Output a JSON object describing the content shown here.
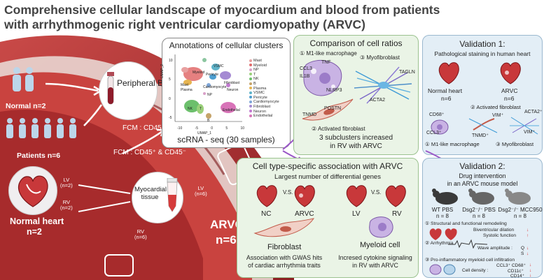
{
  "title": {
    "line1": "Comprehensive cellular landscape of myocardium and blood from patients",
    "line2": "with arrhythmogenic right ventricular cardiomyopathy (ARVC)"
  },
  "left": {
    "normal_people": "Normal n=2",
    "patients": "Patients n=6",
    "peripheral_blood": "Peripheral Blood",
    "fcm_cd45": "FCM : CD45⁺",
    "fcm_cd45_cd45neg": "FCM : CD45⁺ & CD45⁻",
    "lv_normal": "LV",
    "lv_normal_n": "(n=2)",
    "rv_normal": "RV",
    "rv_normal_n": "(n=2)",
    "normal_heart": "Normal heart",
    "normal_heart_n": "n=2",
    "myocardial_tissue": "Myocardial tissue",
    "lv_arvc": "LV",
    "lv_arvc_n": "(n=6)",
    "rv_arvc": "RV",
    "rv_arvc_n": "(n=6)",
    "arvc": "ARVC",
    "arvc_n": "n=6"
  },
  "umap": {
    "title": "Annotations of cellular clusters",
    "caption": "scRNA - seq (30 samples)",
    "ylabel": "UMAP_2",
    "xlabel": "UMAP_1",
    "xticks": [
      "-10",
      "-5",
      "0",
      "5",
      "10"
    ],
    "yticks": [
      "10",
      "5",
      "0",
      "-5"
    ],
    "cluster_labels": [
      "Myeloid",
      "VSMC",
      "Mast",
      "Plasma",
      "Pericyte",
      "Fibroblast",
      "Cardiomyocyte",
      "NP",
      "Neuron",
      "NK",
      "T",
      "B",
      "Endothelial"
    ],
    "legend": [
      {
        "name": "Mast",
        "color": "#e8a0a0"
      },
      {
        "name": "Myeloid",
        "color": "#e06a6a"
      },
      {
        "name": "NP",
        "color": "#d9a0c8"
      },
      {
        "name": "T",
        "color": "#9ad07a"
      },
      {
        "name": "NK",
        "color": "#6cbf6c"
      },
      {
        "name": "B",
        "color": "#c6a46a"
      },
      {
        "name": "Plasma",
        "color": "#e6b450"
      },
      {
        "name": "VSMC",
        "color": "#5fb3c9"
      },
      {
        "name": "Pericyte",
        "color": "#4d9fd1"
      },
      {
        "name": "Cardiomyocyte",
        "color": "#7fa6d8"
      },
      {
        "name": "Fibroblast",
        "color": "#a58ad3"
      },
      {
        "name": "Neuron",
        "color": "#c27ad0"
      },
      {
        "name": "Endothelial",
        "color": "#d873b8"
      }
    ]
  },
  "ratios": {
    "title": "Comparison of cell ratios",
    "m1": "① M1-like macrophage",
    "m1_genes": [
      "CCL3",
      "TNF",
      "IL1B",
      "NLRP3"
    ],
    "myofib": "③ Myofibroblast",
    "myofib_genes": [
      "TAGLN",
      "ACTA2"
    ],
    "actfib_genes": [
      "TNMD",
      "POSTN"
    ],
    "actfib": "② Activated fibroblast",
    "summary1": "3 subclusters increased",
    "summary2": "in RV with ARVC"
  },
  "assoc": {
    "title": "Cell type-specific association with ARVC",
    "subtitle": "Largest number of differential genes",
    "nc": "NC",
    "vs": "V.S.",
    "arvc": "ARVC",
    "lv": "LV",
    "rv": "RV",
    "fibroblast": "Fibroblast",
    "fib_desc1": "Association with GWAS hits",
    "fib_desc2": "of cardiac arrhythmia traits",
    "myeloid": "Myeloid cell",
    "my_desc1": "Incresed cytokine signaling",
    "my_desc2": "in RV with ARVC"
  },
  "val1": {
    "title": "Validation 1:",
    "subtitle": "Pathological staining in human heart",
    "normal": "Normal heart",
    "normal_n": "n=6",
    "arvc": "ARVC",
    "arvc_n": "n=6",
    "actfib": "② Activated fibroblast",
    "markers": [
      "CD68⁺",
      "CCL3⁺",
      "VIM⁺",
      "TNMD⁺",
      "ACTA2⁺",
      "VIM⁺"
    ],
    "m1": "① M1-like macrophage",
    "myofib": "③ Myofibroblast"
  },
  "val2": {
    "title": "Validation 2:",
    "sub1": "Drug intervention",
    "sub2": "in an ARVC mouse model",
    "groups": [
      {
        "label": "WT PBS",
        "n": "n = 8"
      },
      {
        "label": "Dsg2⁻/⁻ PBS",
        "n": "n = 8"
      },
      {
        "label": "Dsg2⁻/⁻ MCC950",
        "n": "n = 8"
      }
    ],
    "item1": "① Structural and functional remodeling",
    "biv": "Biventricular dilation",
    "sys": "Systolic function",
    "item2": "② Arrhythmia",
    "wave": "Wave amplitude :",
    "q": "Q",
    "s": "S",
    "item3": "③ Pro-inflammatory myeloid cell infiltration",
    "density": "Cell density :",
    "m_ccl3": "CCL3⁺ CD68⁺",
    "m_cd11c": "CD11c⁺",
    "m_cd14": "CD14⁺"
  }
}
